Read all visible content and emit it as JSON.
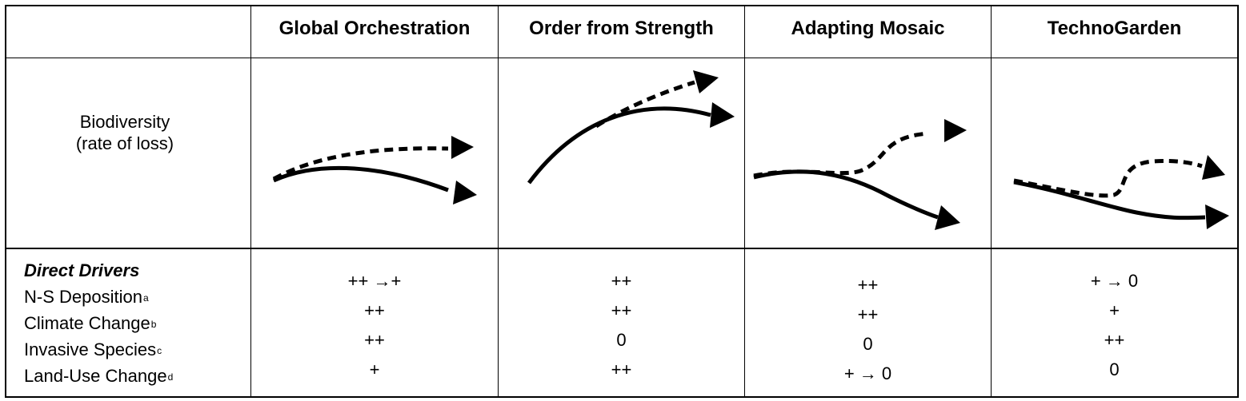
{
  "table": {
    "scenarios": [
      {
        "name": "Global Orchestration",
        "drivers": [
          "++ →+",
          "++",
          "++",
          "+"
        ]
      },
      {
        "name": "Order from Strength",
        "drivers": [
          "++",
          "++",
          "0",
          "++"
        ]
      },
      {
        "name": "Adapting Mosaic",
        "drivers": [
          "++",
          "++",
          "0",
          "+ → 0"
        ]
      },
      {
        "name": "TechnoGarden",
        "drivers": [
          "+ → 0",
          "+",
          "++",
          "0"
        ]
      }
    ],
    "biodiversity_label_line1": "Biodiversity",
    "biodiversity_label_line2": "(rate of loss)",
    "direct_drivers_title": "Direct Drivers",
    "drivers": [
      {
        "label": "N-S Deposition",
        "note": "a"
      },
      {
        "label": "Climate Change",
        "note": "b"
      },
      {
        "label": "Invasive Species",
        "note": "c"
      },
      {
        "label": "Land-Use Change",
        "note": "d"
      }
    ]
  }
}
